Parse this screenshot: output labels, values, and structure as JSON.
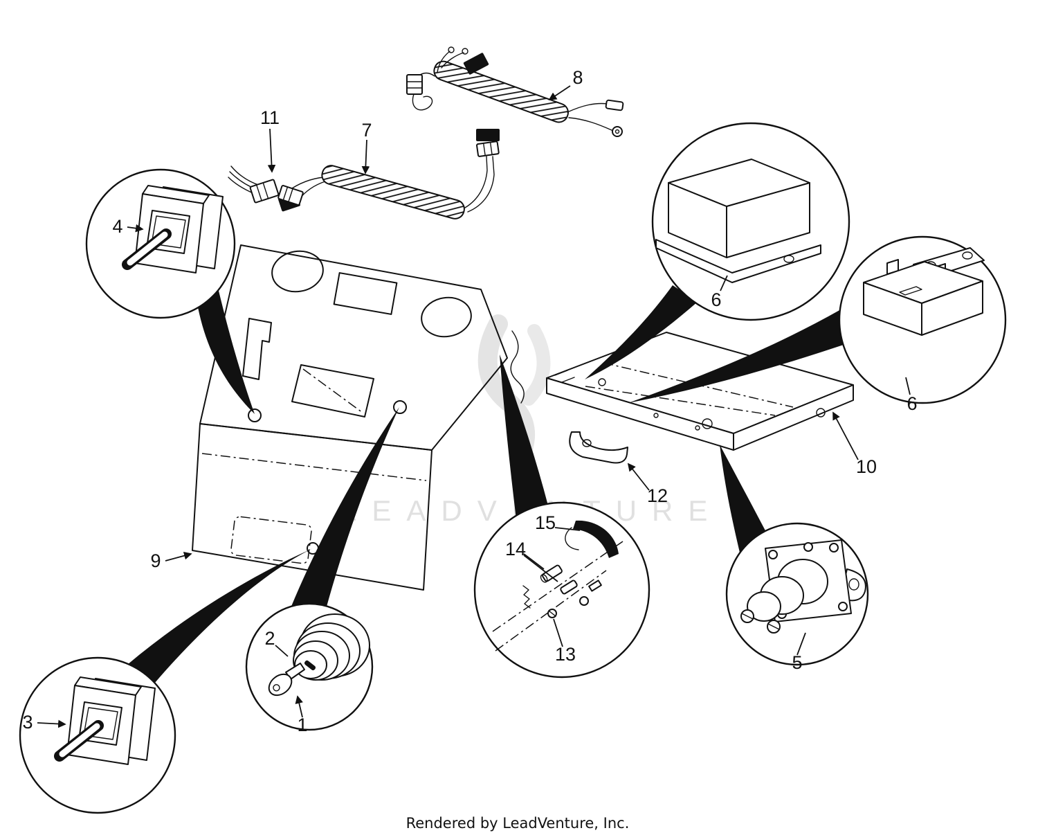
{
  "watermark": {
    "text": "LEADVENTURE"
  },
  "footer": {
    "text": "Rendered by LeadVenture, Inc."
  },
  "callouts": {
    "c1": "1",
    "c2": "2",
    "c3": "3",
    "c4": "4",
    "c5": "5",
    "c6a": "6",
    "c6b": "6",
    "c7": "7",
    "c8": "8",
    "c9": "9",
    "c10": "10",
    "c11": "11",
    "c12": "12",
    "c13": "13",
    "c14": "14",
    "c15": "15"
  }
}
